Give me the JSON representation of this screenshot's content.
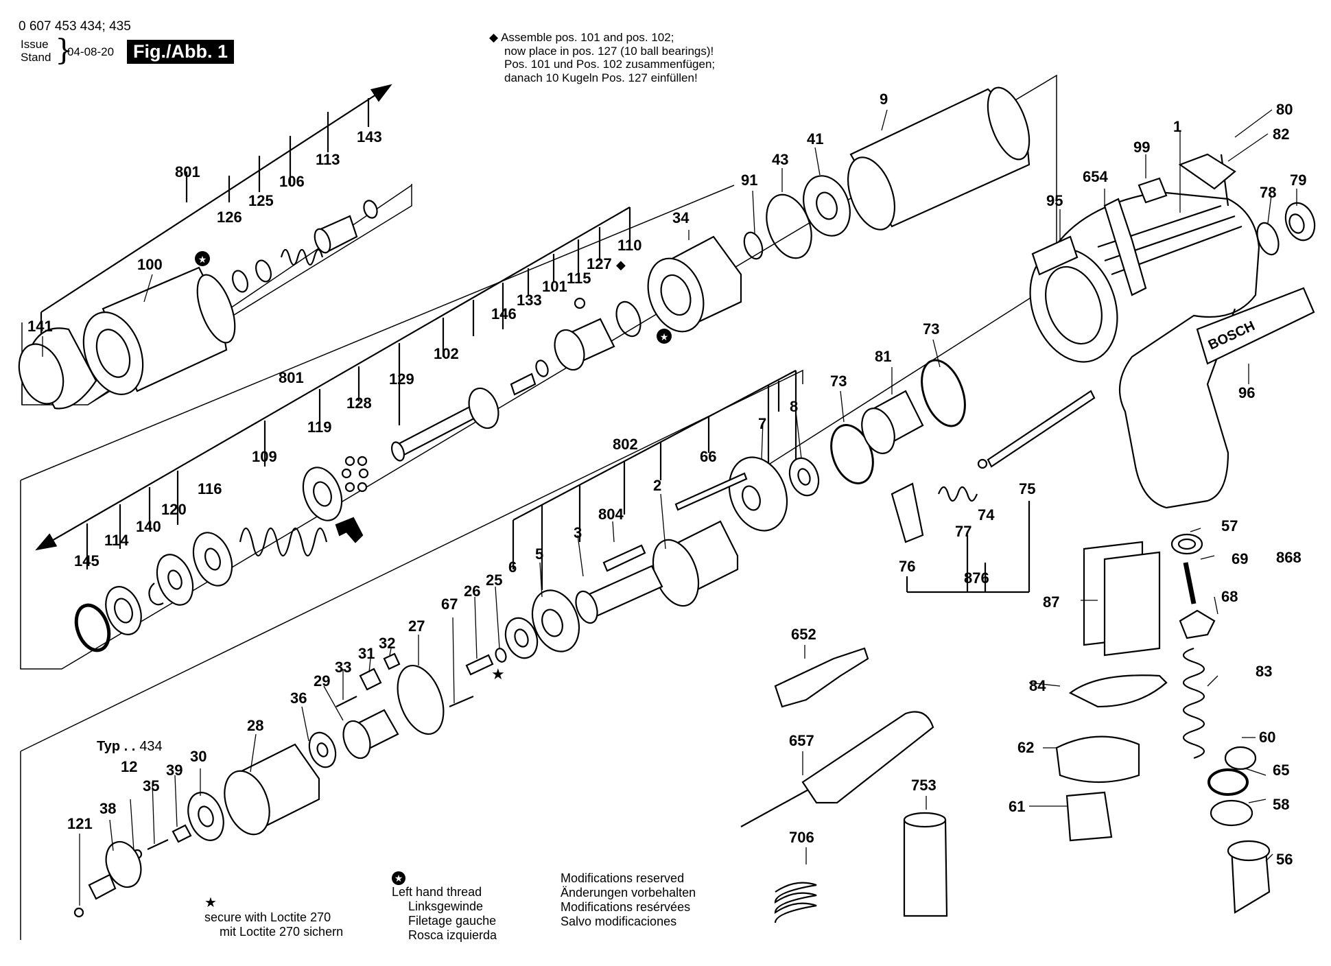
{
  "header": {
    "doc_number": "0 607 453 434; 435",
    "issue_label_1": "Issue",
    "issue_label_2": "Stand",
    "issue_date": "04-08-20",
    "figure_label": "Fig./Abb. 1"
  },
  "assembly_note": {
    "symbol": "◆",
    "lines": [
      "Assemble pos. 101 and pos. 102;",
      "now place in pos. 127 (10 ball bearings)!",
      "Pos. 101 und Pos. 102 zusammenfügen;",
      "danach 10 Kugeln Pos. 127 einfüllen!"
    ]
  },
  "type_label": {
    "prefix": "Typ . .",
    "value": "434"
  },
  "brand": "BOSCH",
  "part_labels": {
    "p0": "801",
    "p1": "126",
    "p2": "125",
    "p3": "106",
    "p4": "113",
    "p5": "143",
    "p6": "100",
    "p7": "141",
    "p8": "9",
    "p9": "43",
    "p10": "41",
    "p11": "91",
    "p12": "34",
    "p13": "110",
    "p14": "127",
    "p15": "115",
    "p16": "101",
    "p17": "133",
    "p18": "146",
    "p19": "102",
    "p20": "129",
    "p21": "128",
    "p22": "801",
    "p23": "119",
    "p24": "109",
    "p25": "116",
    "p26": "120",
    "p27": "140",
    "p28": "114",
    "p29": "145",
    "p30": "1",
    "p31": "80",
    "p32": "82",
    "p33": "99",
    "p34": "654",
    "p35": "95",
    "p36": "78",
    "p37": "79",
    "p38": "73",
    "p39": "81",
    "p40": "73",
    "p41": "96",
    "p42": "8",
    "p43": "7",
    "p44": "66",
    "p45": "802",
    "p46": "2",
    "p47": "804",
    "p48": "3",
    "p49": "5",
    "p50": "6",
    "p51": "25",
    "p52": "26",
    "p53": "67",
    "p54": "27",
    "p55": "32",
    "p56": "31",
    "p57": "33",
    "p58": "29",
    "p59": "36",
    "p60": "28",
    "p61": "30",
    "p62": "39",
    "p63": "35",
    "p64": "12",
    "p65": "38",
    "p66": "121",
    "p67": "75",
    "p68": "74",
    "p69": "77",
    "p70": "876",
    "p71": "76",
    "p72": "57",
    "p73": "69",
    "p74": "868",
    "p75": "68",
    "p76": "87",
    "p77": "83",
    "p78": "84",
    "p79": "60",
    "p80": "62",
    "p81": "65",
    "p82": "61",
    "p83": "58",
    "p84": "56",
    "p85": "652",
    "p86": "657",
    "p87": "753",
    "p88": "706"
  },
  "footer": {
    "loctite": {
      "symbol": "★",
      "lines": [
        "secure with Loctite 270",
        "mit Loctite 270 sichern"
      ]
    },
    "left_hand_thread": {
      "symbol": "★",
      "lines": [
        "Left hand thread",
        "Linksgewinde",
        "Filetage gauche",
        "Rosca izquierda"
      ]
    },
    "modifications": {
      "lines": [
        "Modifications reserved",
        "Änderungen vorbehalten",
        "Modifications resérvées",
        "Salvo modificaciones"
      ]
    }
  }
}
